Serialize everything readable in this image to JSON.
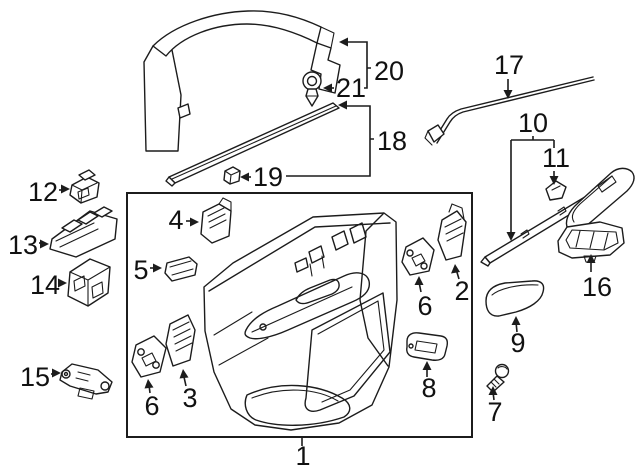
{
  "diagram_type": "exploded-parts-line-art",
  "colors": {
    "line": "#1c1c1c",
    "background": "#ffffff",
    "label": "#111111"
  },
  "callouts": {
    "c1": "1",
    "c2": "2",
    "c3": "3",
    "c4": "4",
    "c5": "5",
    "c6": "6",
    "c7": "7",
    "c8": "8",
    "c9": "9",
    "c10": "10",
    "c11": "11",
    "c12": "12",
    "c13": "13",
    "c14": "14",
    "c15": "15",
    "c16": "16",
    "c17": "17",
    "c18": "18",
    "c19": "19",
    "c20": "20",
    "c21": "21"
  }
}
